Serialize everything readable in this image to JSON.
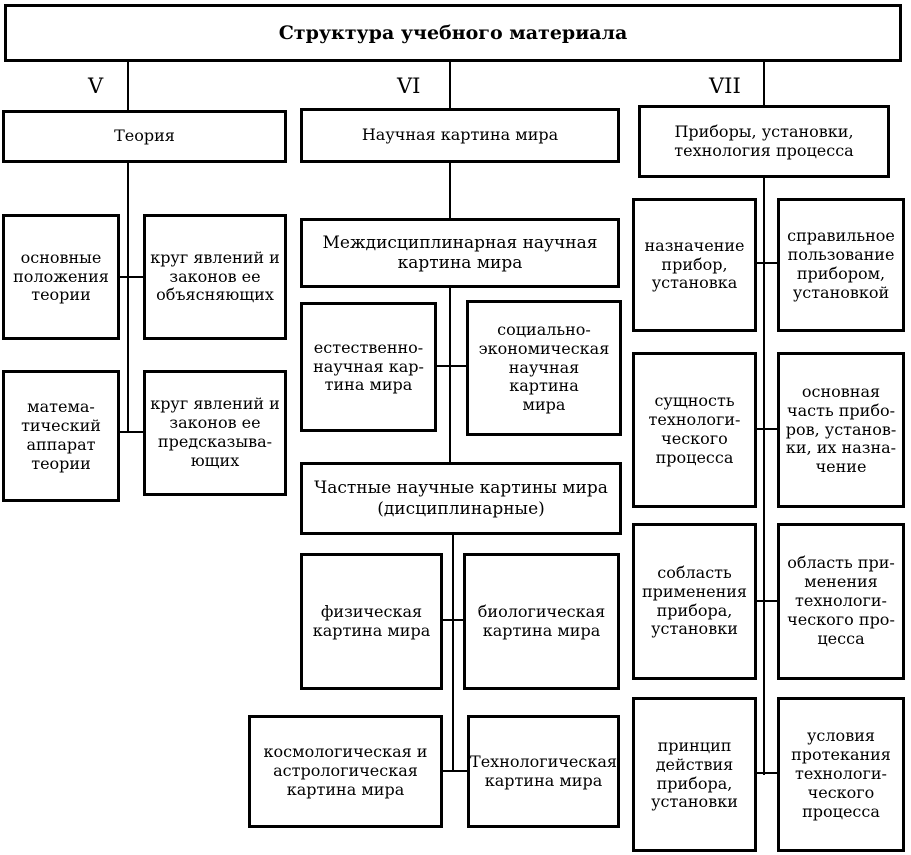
{
  "title": "Структура учебного материала",
  "numerals": {
    "v": "V",
    "vi": "VI",
    "vii": "VII"
  },
  "nodes": {
    "theory": "Теория",
    "scientific_worldview": "Научная картина мира",
    "devices": "Приборы, установки,\nтехнология процесса",
    "theory_main_points": "основные\nположения\nтеории",
    "theory_explained_laws": "круг явлений и\nзаконов ее\nобъясняющих",
    "theory_math_apparatus": "матема-\nтический\nаппарат\nтеории",
    "theory_predicted_laws": "круг явлений и\nзаконов ее\nпредсказыва-\nющих",
    "interdisciplinary_worldview": "Междисциплинарная научная\nкартина мира",
    "natural_science_worldview": "естественно-\nнаучная кар-\nтина мира",
    "socioeconomic_worldview": "социально-\nэкономическая\nнаучная картина\nмира",
    "particular_worldviews": "Частные научные картины мира\n(дисциплинарные)",
    "physical_worldview": "физическая\nкартина мира",
    "biological_worldview": "биологическая\nкартина мира",
    "cosmological_worldview": "космологическая и\nастрологическая\nкартина мира",
    "technological_worldview": "Технологическая\nкартина мира",
    "device_purpose": "назначение\nприбор,\nустановка",
    "device_correct_use": "справильное\nпользование\nприбором,\nустановкой",
    "process_essence": "сущность\nтехнологи-\nческого\nпроцесса",
    "device_main_parts": "основная\nчасть прибо-\nров, установ-\nки, их назна-\nчение",
    "device_application_area": "собласть\nприменения\nприбора,\nустановки",
    "process_application_area": "область при-\nменения\nтехнологи-\nческого про-\nцесса",
    "device_operating_principle": "принцип\nдействия\nприбора,\nустановки",
    "process_conditions": "условия\nпротекания\nтехнологи-\nческого\nпроцесса"
  }
}
